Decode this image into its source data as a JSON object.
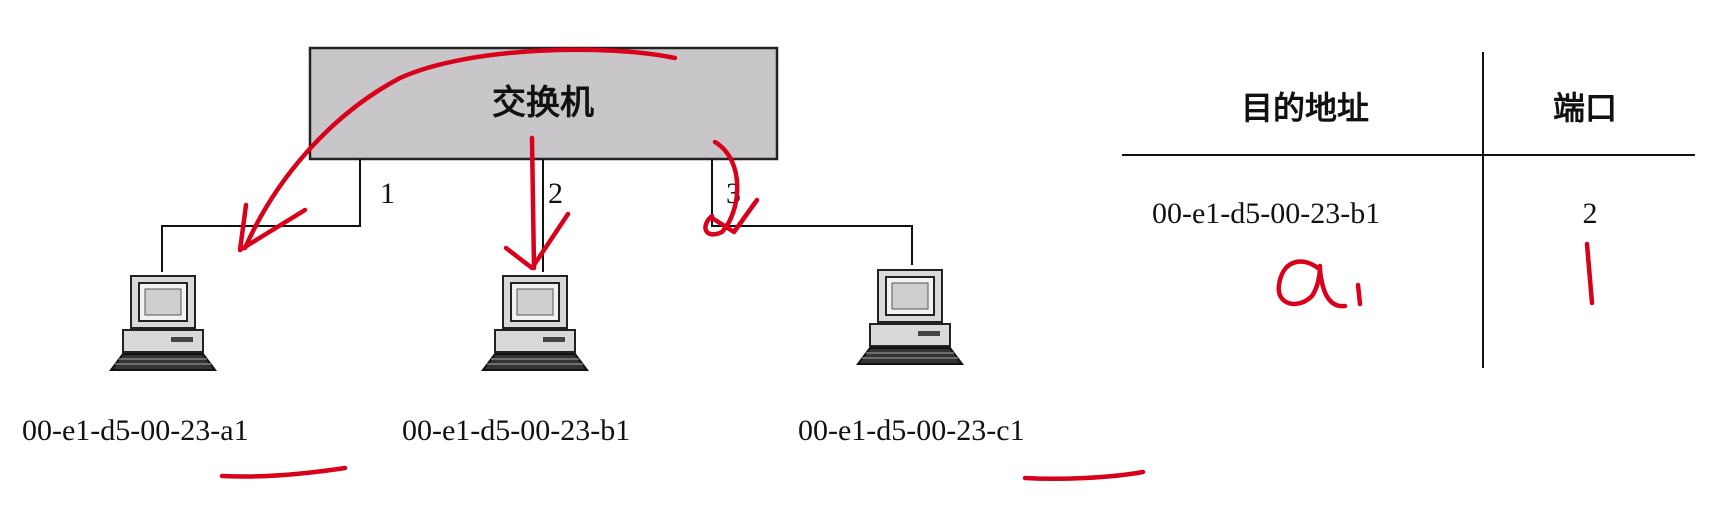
{
  "switch": {
    "label": "交换机"
  },
  "ports": [
    {
      "number": "1"
    },
    {
      "number": "2"
    },
    {
      "number": "3"
    }
  ],
  "hosts": [
    {
      "mac": "00-e1-d5-00-23-a1"
    },
    {
      "mac": "00-e1-d5-00-23-b1"
    },
    {
      "mac": "00-e1-d5-00-23-c1"
    }
  ],
  "table": {
    "headers": {
      "address": "目的地址",
      "port": "端口"
    },
    "rows": [
      {
        "address": "00-e1-d5-00-23-b1",
        "port": "2"
      }
    ],
    "handwritten_row": {
      "address": "a1",
      "port": "1"
    }
  },
  "colors": {
    "switch_fill": "#c8c6c9",
    "annotation_red": "#d9001b",
    "line": "#111111"
  },
  "icons": [
    "computer-icon",
    "computer-icon",
    "computer-icon"
  ]
}
